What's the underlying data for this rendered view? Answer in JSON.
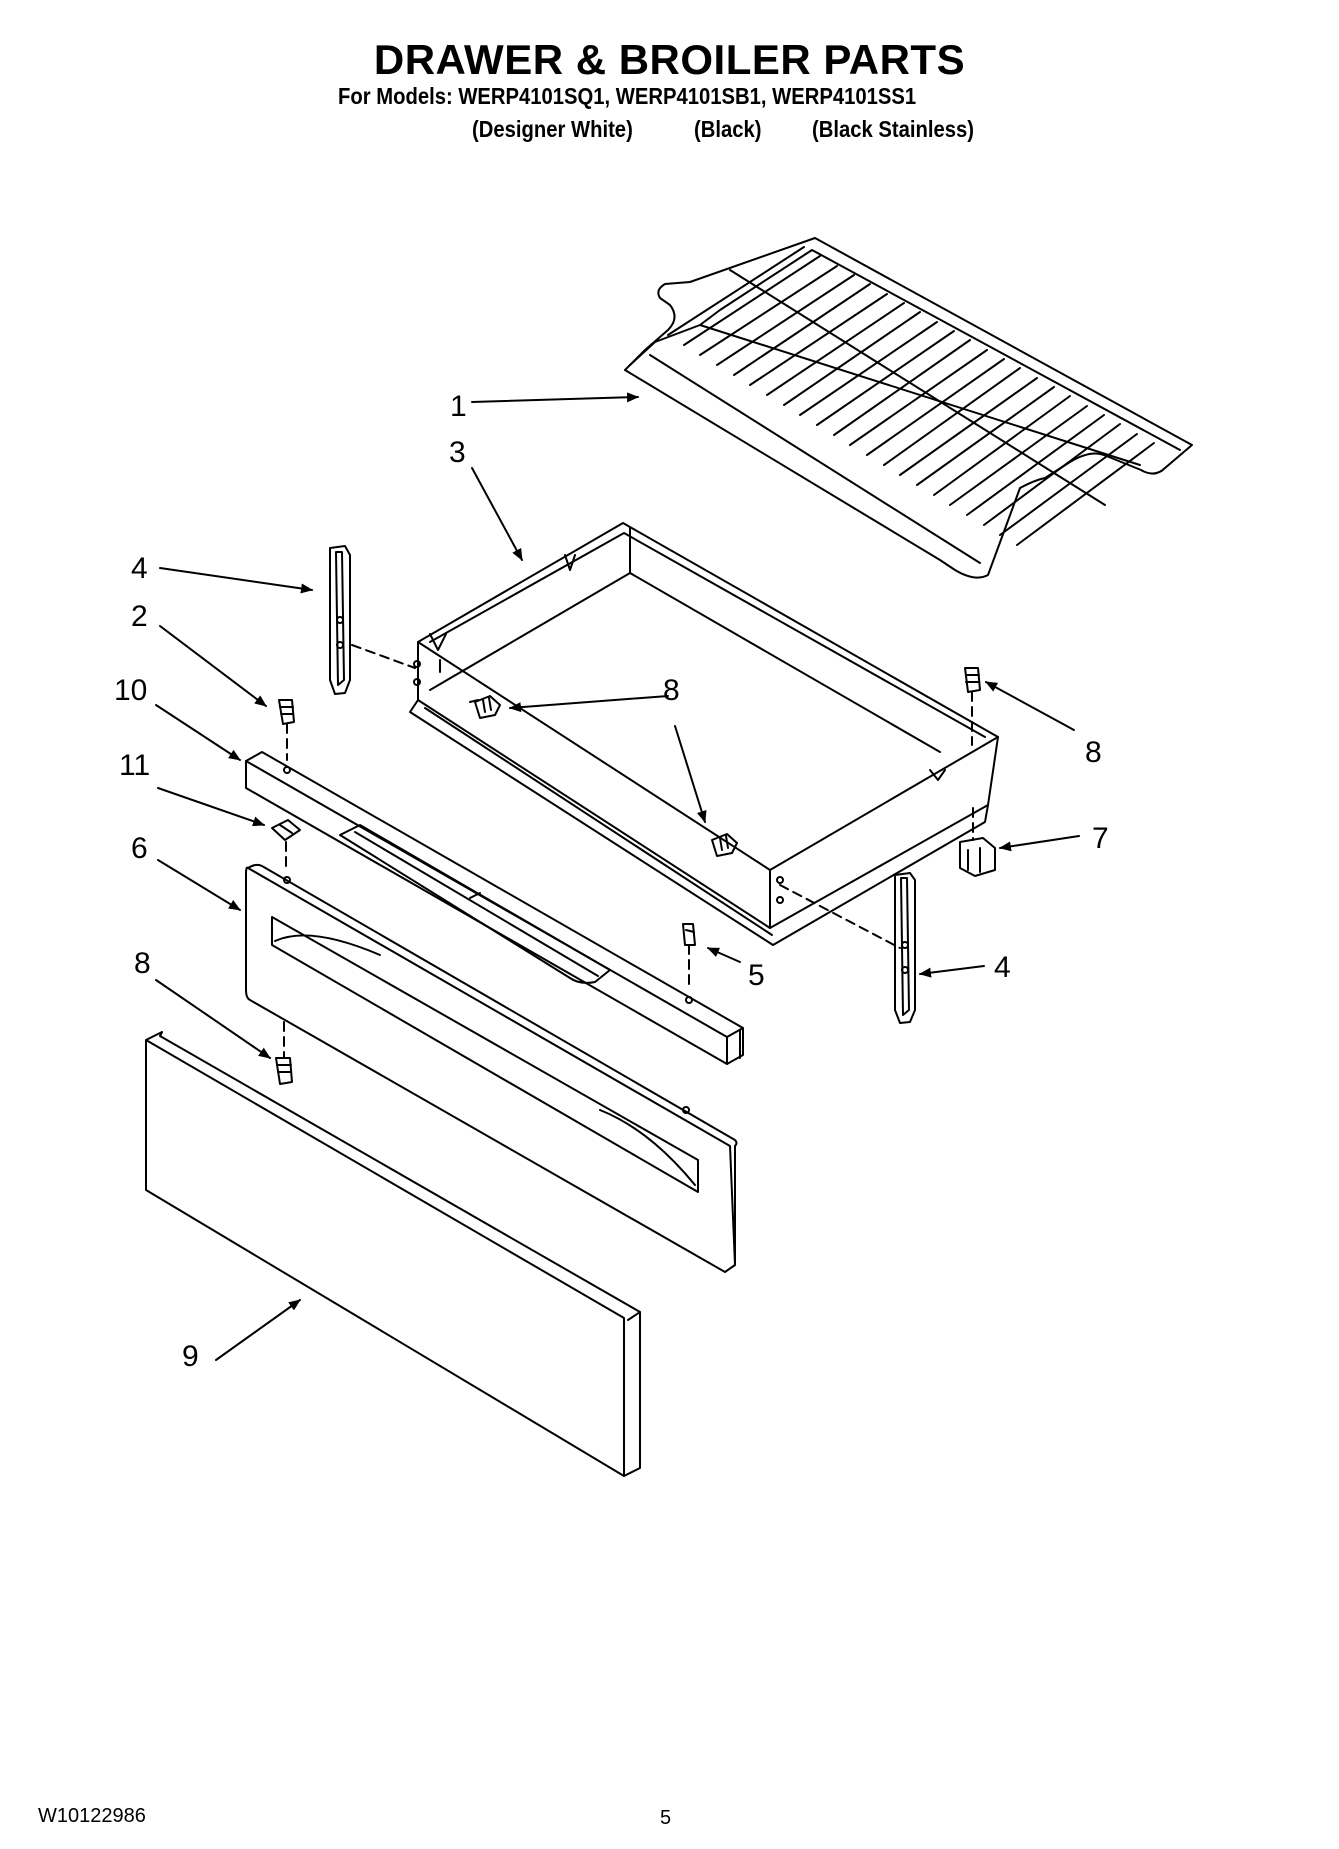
{
  "header": {
    "title": "DRAWER & BROILER PARTS",
    "models_line": "For Models: WERP4101SQ1, WERP4101SB1, WERP4101SS1",
    "variants": [
      "(Designer White)",
      "(Black)",
      "(Black Stainless)"
    ]
  },
  "callouts": {
    "c1": "1",
    "c2": "2",
    "c3": "3",
    "c4a": "4",
    "c4b": "4",
    "c5": "5",
    "c6": "6",
    "c7": "7",
    "c8a": "8",
    "c8b": "8",
    "c8c": "8",
    "c8d": "8",
    "c9": "9",
    "c10": "10",
    "c11": "11"
  },
  "footer": {
    "doc_number": "W10122986",
    "page_number": "5"
  }
}
